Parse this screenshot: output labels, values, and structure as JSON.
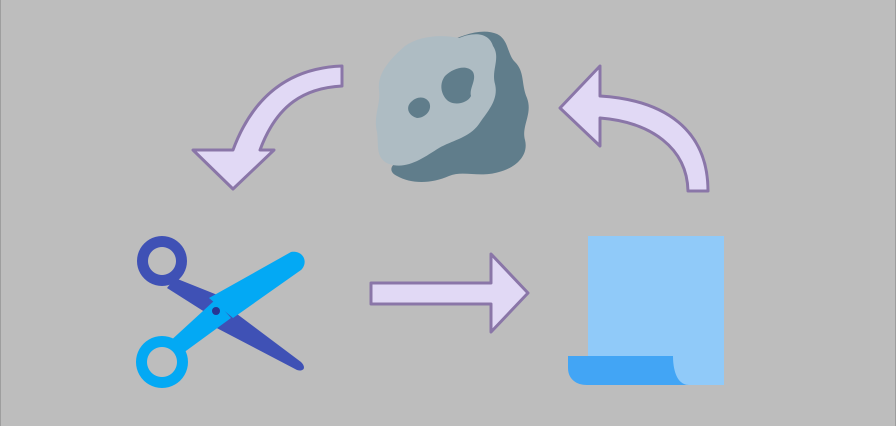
{
  "diagram": {
    "type": "cycle",
    "nodes": [
      {
        "id": "rock",
        "icon": "rock-icon"
      },
      {
        "id": "paper",
        "icon": "paper-scroll-icon"
      },
      {
        "id": "scissors",
        "icon": "scissors-icon"
      }
    ],
    "edges": [
      {
        "from": "rock",
        "to": "scissors"
      },
      {
        "from": "scissors",
        "to": "paper"
      },
      {
        "from": "paper",
        "to": "rock"
      }
    ]
  },
  "colors": {
    "background": "#bdbdbd",
    "arrow_fill": "#e1d9f5",
    "arrow_stroke": "#8a76a8",
    "rock_light": "#aebcc3",
    "rock_dark": "#607d8b",
    "paper_light": "#90caf9",
    "paper_dark": "#42a5f5",
    "scissors_blade_light": "#03a9f4",
    "scissors_blade_dark": "#3f51b5",
    "scissors_pivot": "#283593"
  }
}
